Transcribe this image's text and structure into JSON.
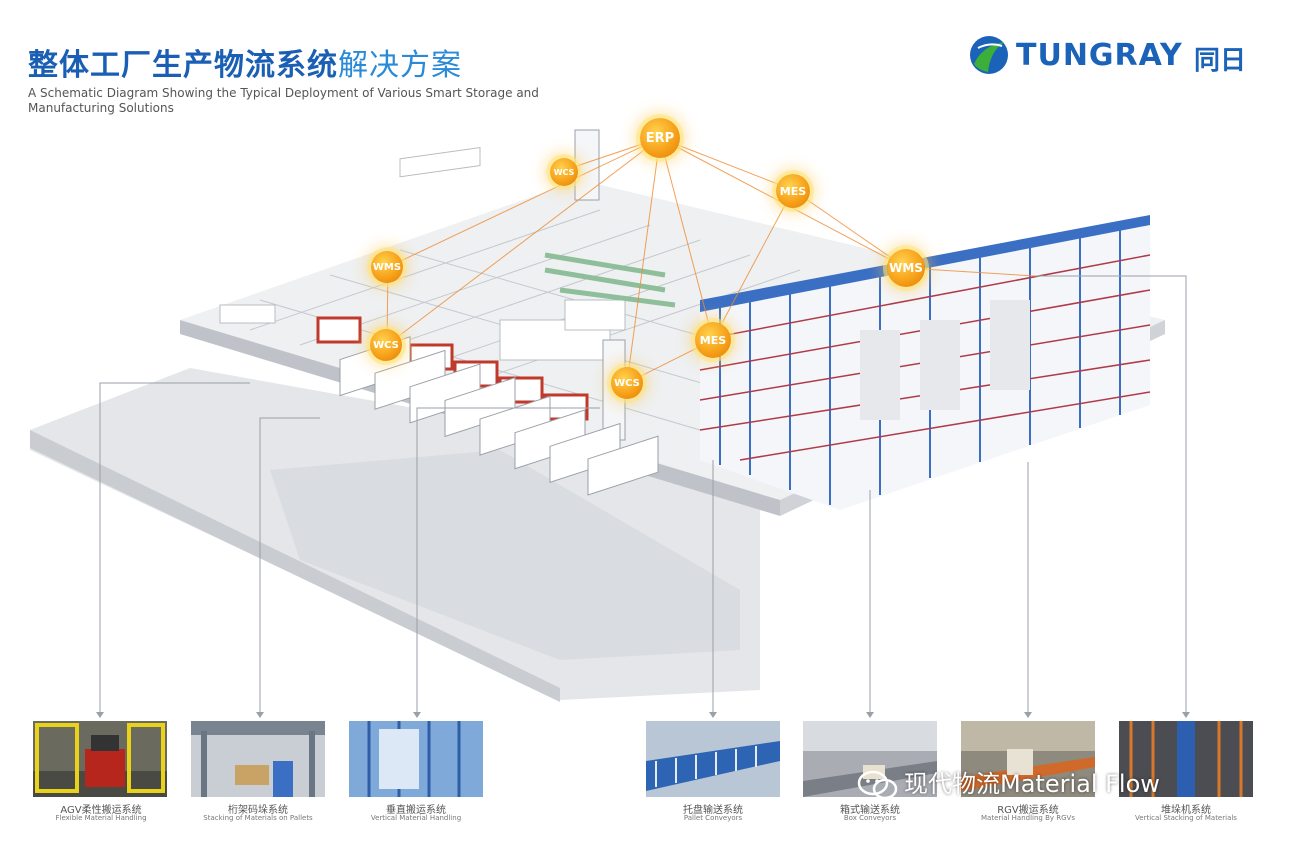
{
  "header": {
    "title_bold": "整体工厂生产物流系统",
    "title_light": "解决方案",
    "subtitle": "A Schematic Diagram Showing the Typical Deployment of Various Smart Storage and Manufacturing Solutions"
  },
  "logo": {
    "brand": "TUNGRAY",
    "cn": "同日",
    "icon": "tungray-logo-mark"
  },
  "system_nodes": [
    {
      "label": "ERP"
    },
    {
      "label": "WCS"
    },
    {
      "label": "MES"
    },
    {
      "label": "WMS"
    },
    {
      "label": "WMS"
    },
    {
      "label": "WCS"
    },
    {
      "label": "MES"
    },
    {
      "label": "WCS"
    }
  ],
  "solutions": [
    {
      "cn": "AGV柔性搬运系统",
      "en": "Flexible Material Handling",
      "icon": "agv-photo"
    },
    {
      "cn": "桁架码垛系统",
      "en": "Stacking of Materials on Pallets",
      "icon": "gantry-photo"
    },
    {
      "cn": "垂直搬运系统",
      "en": "Vertical Material Handling",
      "icon": "lift-photo"
    },
    {
      "cn": "托盘输送系统",
      "en": "Pallet Conveyors",
      "icon": "pallet-conveyor-photo"
    },
    {
      "cn": "箱式输送系统",
      "en": "Box Conveyors",
      "icon": "box-conveyor-photo"
    },
    {
      "cn": "RGV搬运系统",
      "en": "Material Handling By RGVs",
      "icon": "rgv-photo"
    },
    {
      "cn": "堆垛机系统",
      "en": "Vertical Stacking of Materials",
      "icon": "stacker-photo"
    }
  ],
  "watermark": {
    "text": "现代物流Material Flow",
    "icon": "wechat-icon"
  },
  "colors": {
    "title_blue": "#1a5fb4",
    "node_orange": "#f7a11a",
    "rack_blue": "#3a6fc4",
    "network_line": "#f08a30"
  }
}
